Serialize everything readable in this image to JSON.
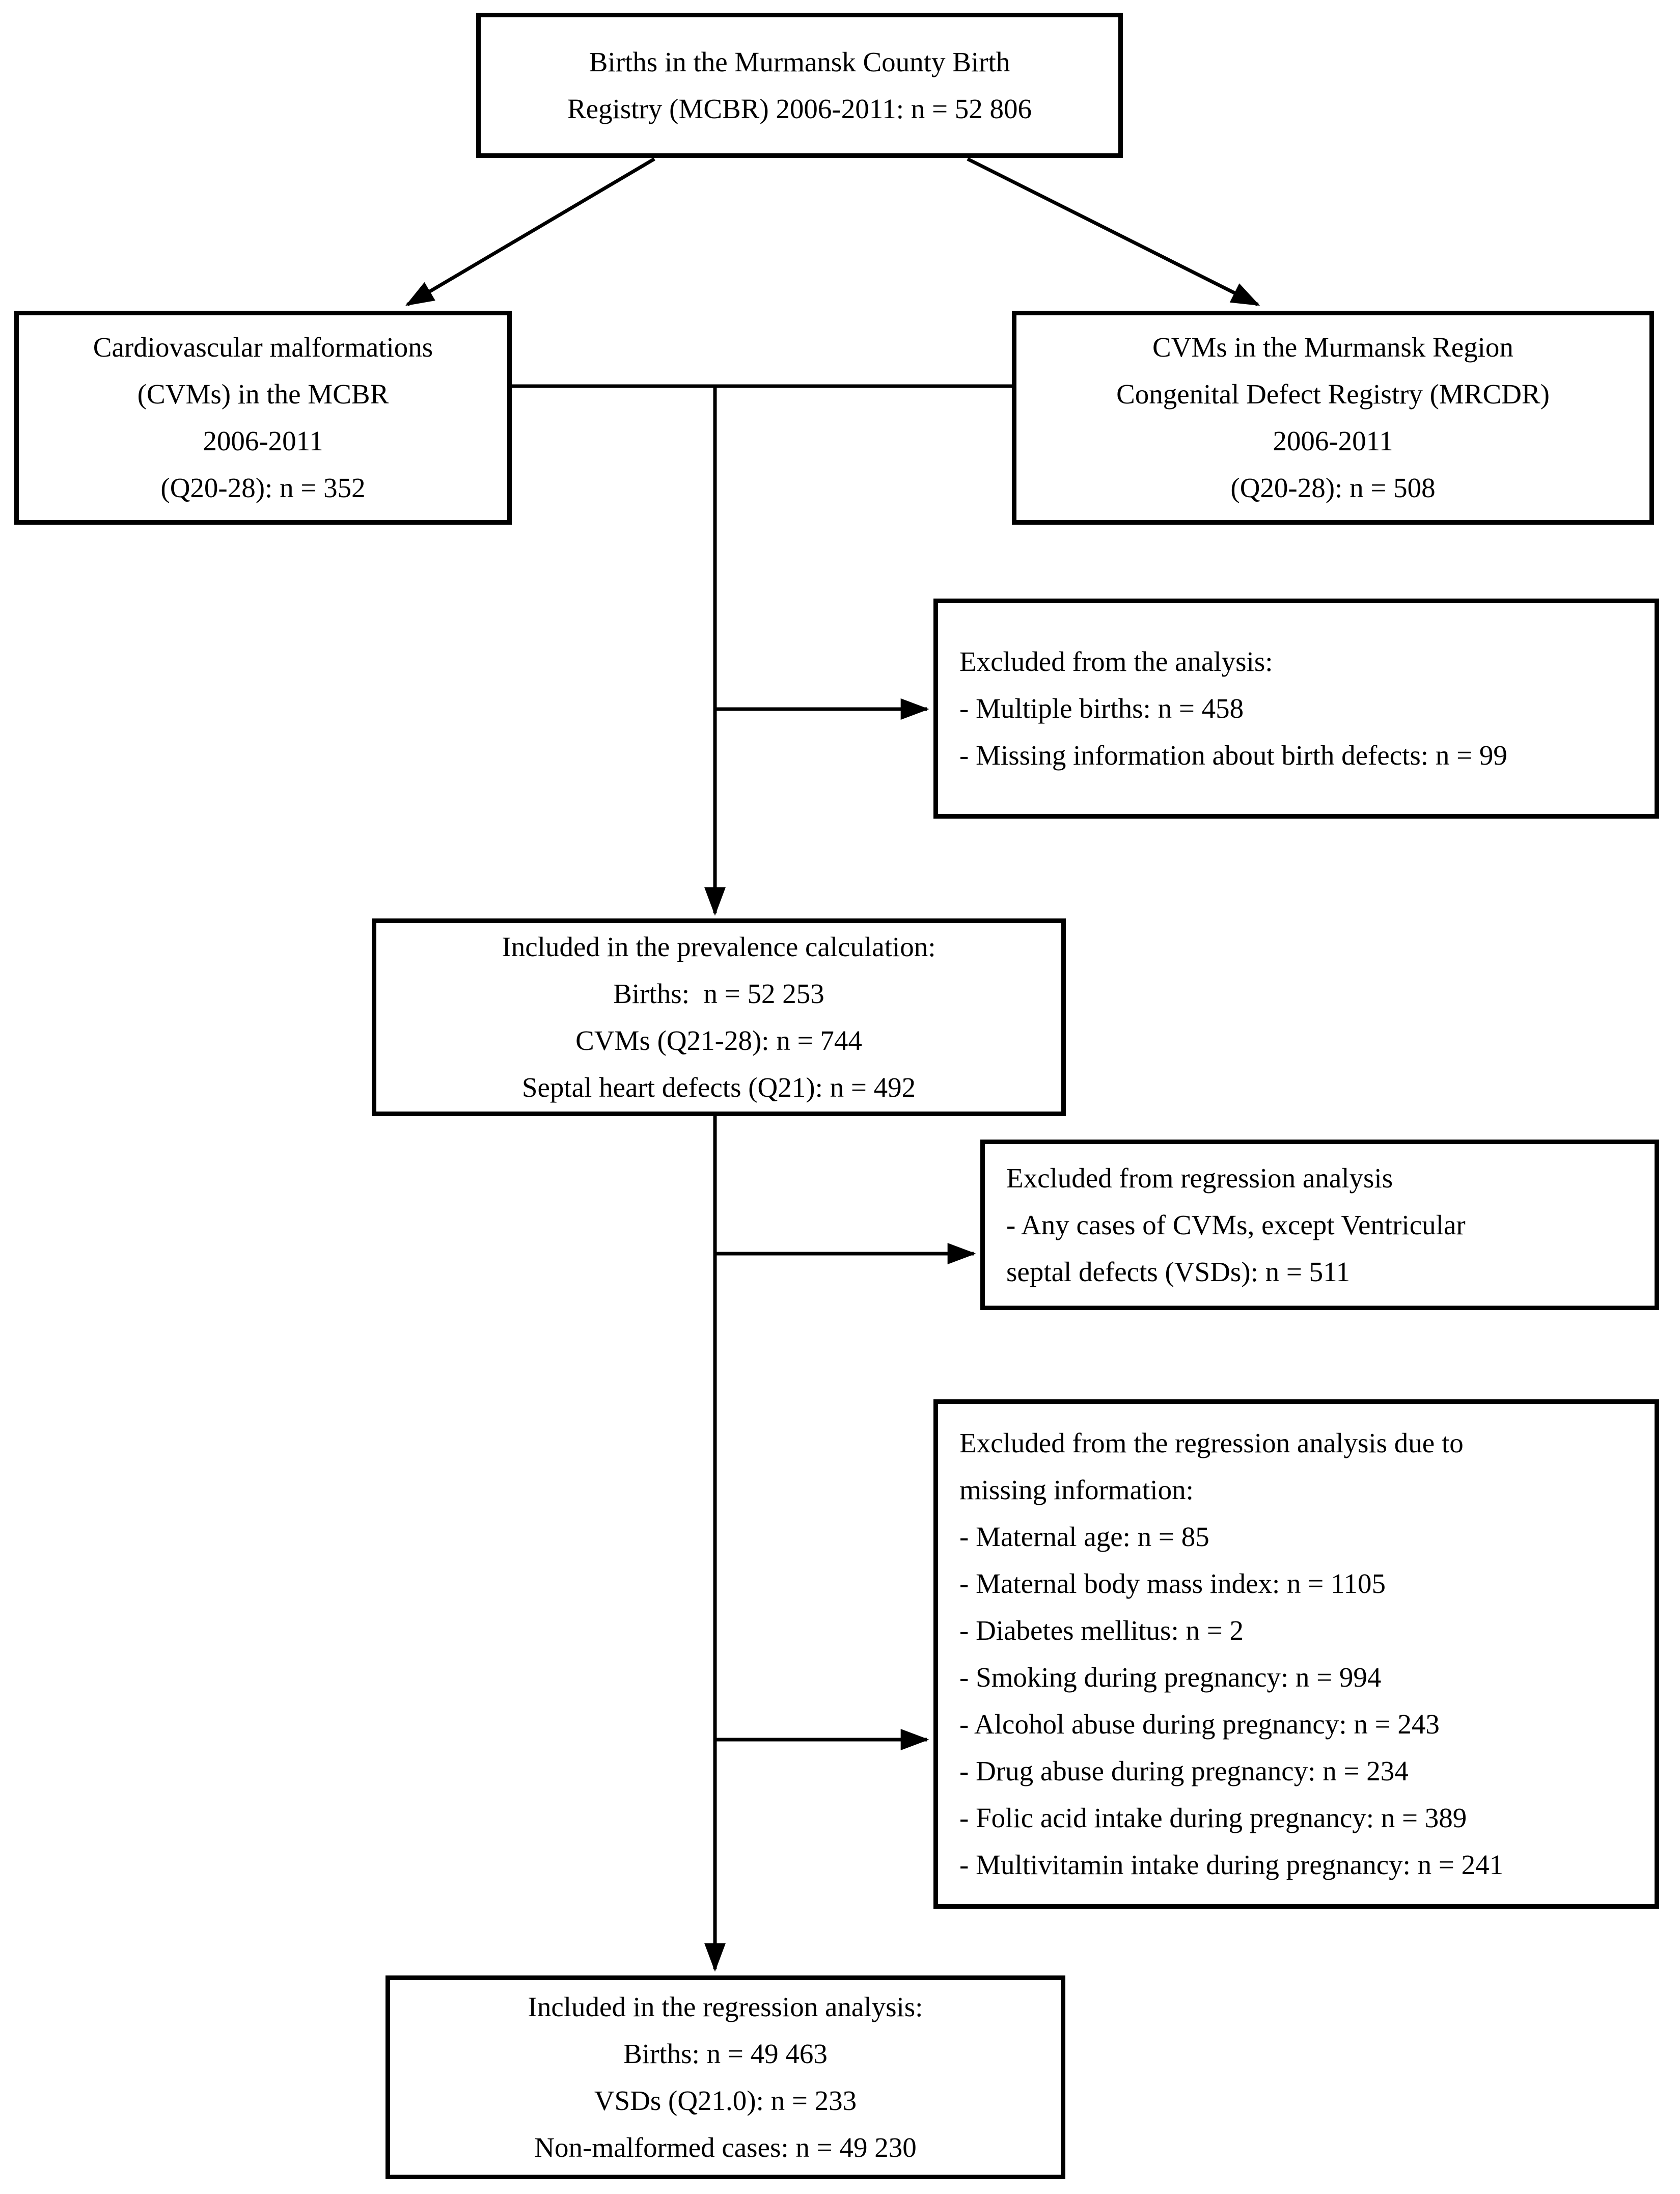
{
  "page": {
    "background_color": "#ffffff",
    "ink_color": "#000000",
    "type": "study-flowchart"
  },
  "boxes": {
    "births_mcbr": {
      "lines": [
        "Births in the Murmansk County Birth",
        "Registry (MCBR) 2006-2011: n = 52 806"
      ]
    },
    "cvms_mcbr": {
      "lines": [
        "Cardiovascular malformations",
        "(CVMs) in the MCBR",
        "2006-2011",
        "(Q20-28): n = 352"
      ]
    },
    "cvms_mrcdr": {
      "lines": [
        "CVMs in the Murmansk Region",
        "Congenital Defect Registry (MRCDR)",
        "2006-2011",
        "(Q20-28): n = 508"
      ]
    },
    "excluded_analysis": {
      "lines": [
        "Excluded from the analysis:",
        "- Multiple births: n = 458",
        "- Missing information about birth defects: n = 99"
      ]
    },
    "prevalence_included": {
      "lines": [
        "Included in the prevalence calculation:",
        "Births:  n = 52 253",
        "CVMs (Q21-28): n = 744",
        "Septal heart defects (Q21): n = 492"
      ]
    },
    "excluded_regression": {
      "lines": [
        "Excluded from regression analysis",
        "- Any cases of CVMs, except Ventricular",
        "septal defects (VSDs): n = 511"
      ]
    },
    "excluded_missing_info": {
      "lines": [
        "Excluded from the regression analysis due to",
        "missing information:",
        "- Maternal age: n = 85",
        "- Maternal body mass index: n = 1105",
        "- Diabetes mellitus: n = 2",
        "- Smoking during pregnancy: n = 994",
        "- Alcohol abuse during pregnancy: n = 243",
        "- Drug abuse during pregnancy: n = 234",
        "- Folic acid intake during pregnancy: n = 389",
        "- Multivitamin intake during pregnancy: n = 241"
      ]
    },
    "regression_included": {
      "lines": [
        "Included in the regression analysis:",
        "Births: n = 49 463",
        "VSDs (Q21.0): n = 233",
        "Non-malformed cases: n = 49 230"
      ]
    }
  }
}
